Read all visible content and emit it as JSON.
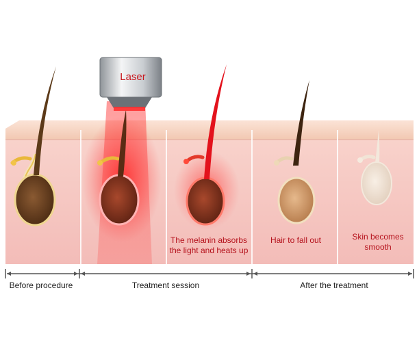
{
  "diagram": {
    "laser_label": "Laser",
    "captions": [
      "The melanin absorbs",
      "the light and heats up",
      "Hair to fall out",
      "Skin becomes",
      "smooth"
    ],
    "timeline_labels": [
      "Before procedure",
      "Treatment session",
      "After the treatment"
    ]
  },
  "colors": {
    "skin_top": "#f7d7c3",
    "skin_body": "#f6c9c4",
    "laser_red": "#e8141e",
    "hair_dark": "#4a2a12",
    "hair_pale": "#e8d9c9",
    "bulb_outline": "#e9c256"
  }
}
